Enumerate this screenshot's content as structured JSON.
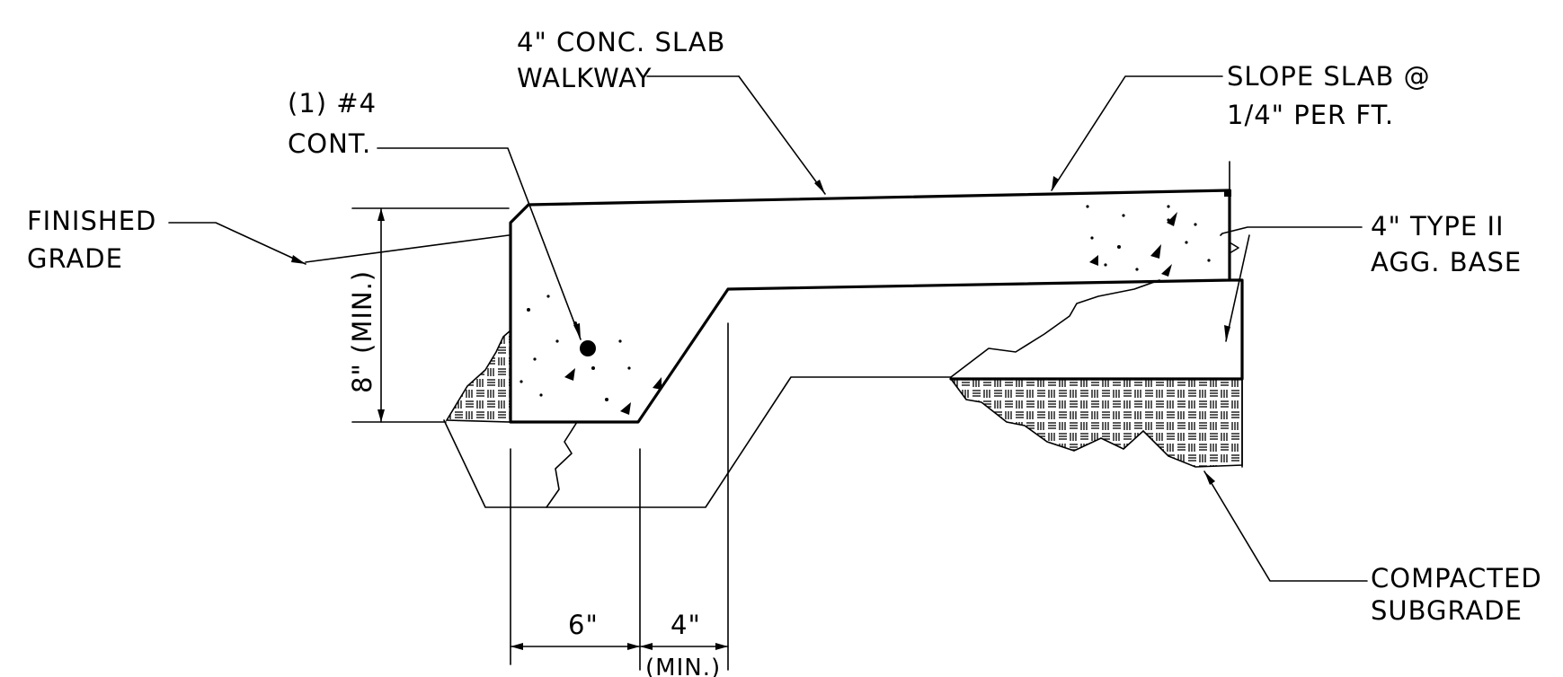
{
  "labels": {
    "slab_line1": "4\" CONC. SLAB",
    "slab_line2": "WALKWAY",
    "rebar_line1": "(1) #4",
    "rebar_line2": "CONT.",
    "grade_line1": "FINISHED",
    "grade_line2": "GRADE",
    "slope_line1": "SLOPE SLAB @",
    "slope_line2": "1/4\" PER FT.",
    "base_line1": "4\" TYPE II",
    "base_line2": "AGG. BASE",
    "subgrade_line1": "COMPACTED",
    "subgrade_line2": "SUBGRADE",
    "dim_height": "8\" (MIN.)",
    "dim_width_curb": "6\"",
    "dim_width_toe": "4\"",
    "dim_width_toe_note": "(MIN.)"
  },
  "colors": {
    "ink": "#000000",
    "paper": "#ffffff"
  }
}
